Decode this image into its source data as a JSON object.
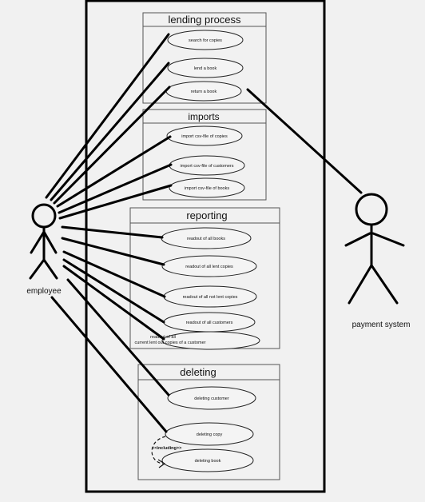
{
  "actors": {
    "employee": {
      "name": "employee"
    },
    "payment_system": {
      "name": "payment system"
    }
  },
  "packages": {
    "lending": {
      "title": "lending process",
      "use_cases": [
        "search for copies",
        "lend a book",
        "return a book"
      ]
    },
    "imports": {
      "title": "imports",
      "use_cases": [
        "import csv-file of copies",
        "import csv-file of customers",
        "import csv-file of books"
      ]
    },
    "reporting": {
      "title": "reporting",
      "use_cases": [
        "readout of all books",
        "readout of all lent copies",
        "readout of all not lent copies",
        "readout of all customers",
        "readout of all",
        "current lent out copies of a customer"
      ]
    },
    "deleting": {
      "title": "deleting",
      "use_cases": [
        "deleting customer",
        "deleting copy",
        "deleting book"
      ]
    }
  },
  "relations": {
    "including_label": "<<including>>"
  },
  "colors": {
    "background": "#f1f1f1",
    "ink": "#000000",
    "package_border": "#555555"
  }
}
